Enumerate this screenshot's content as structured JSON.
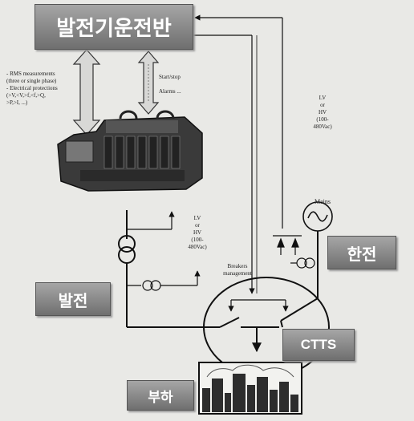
{
  "diagram": {
    "title": "발전기운전반",
    "labels": {
      "hanjeon": "한전",
      "baljeon": "발전",
      "ctts": "CTTS",
      "buha": "부하",
      "mains": "Mains"
    },
    "notes": {
      "left": "- RMS measurements\n(three or single phase)\n- Electrical protections\n(>V,<V,>f,<f,>Q,\n>P,>I, ...)",
      "right": "Start/stop\n\nAlarms ...",
      "voltage_top": "LV\nor\nHV\n(100-\n480Vac)",
      "voltage_mid": "LV\nor\nHV\n(100-\n480Vac)",
      "breakers": "Breakers\nmanagement"
    }
  }
}
